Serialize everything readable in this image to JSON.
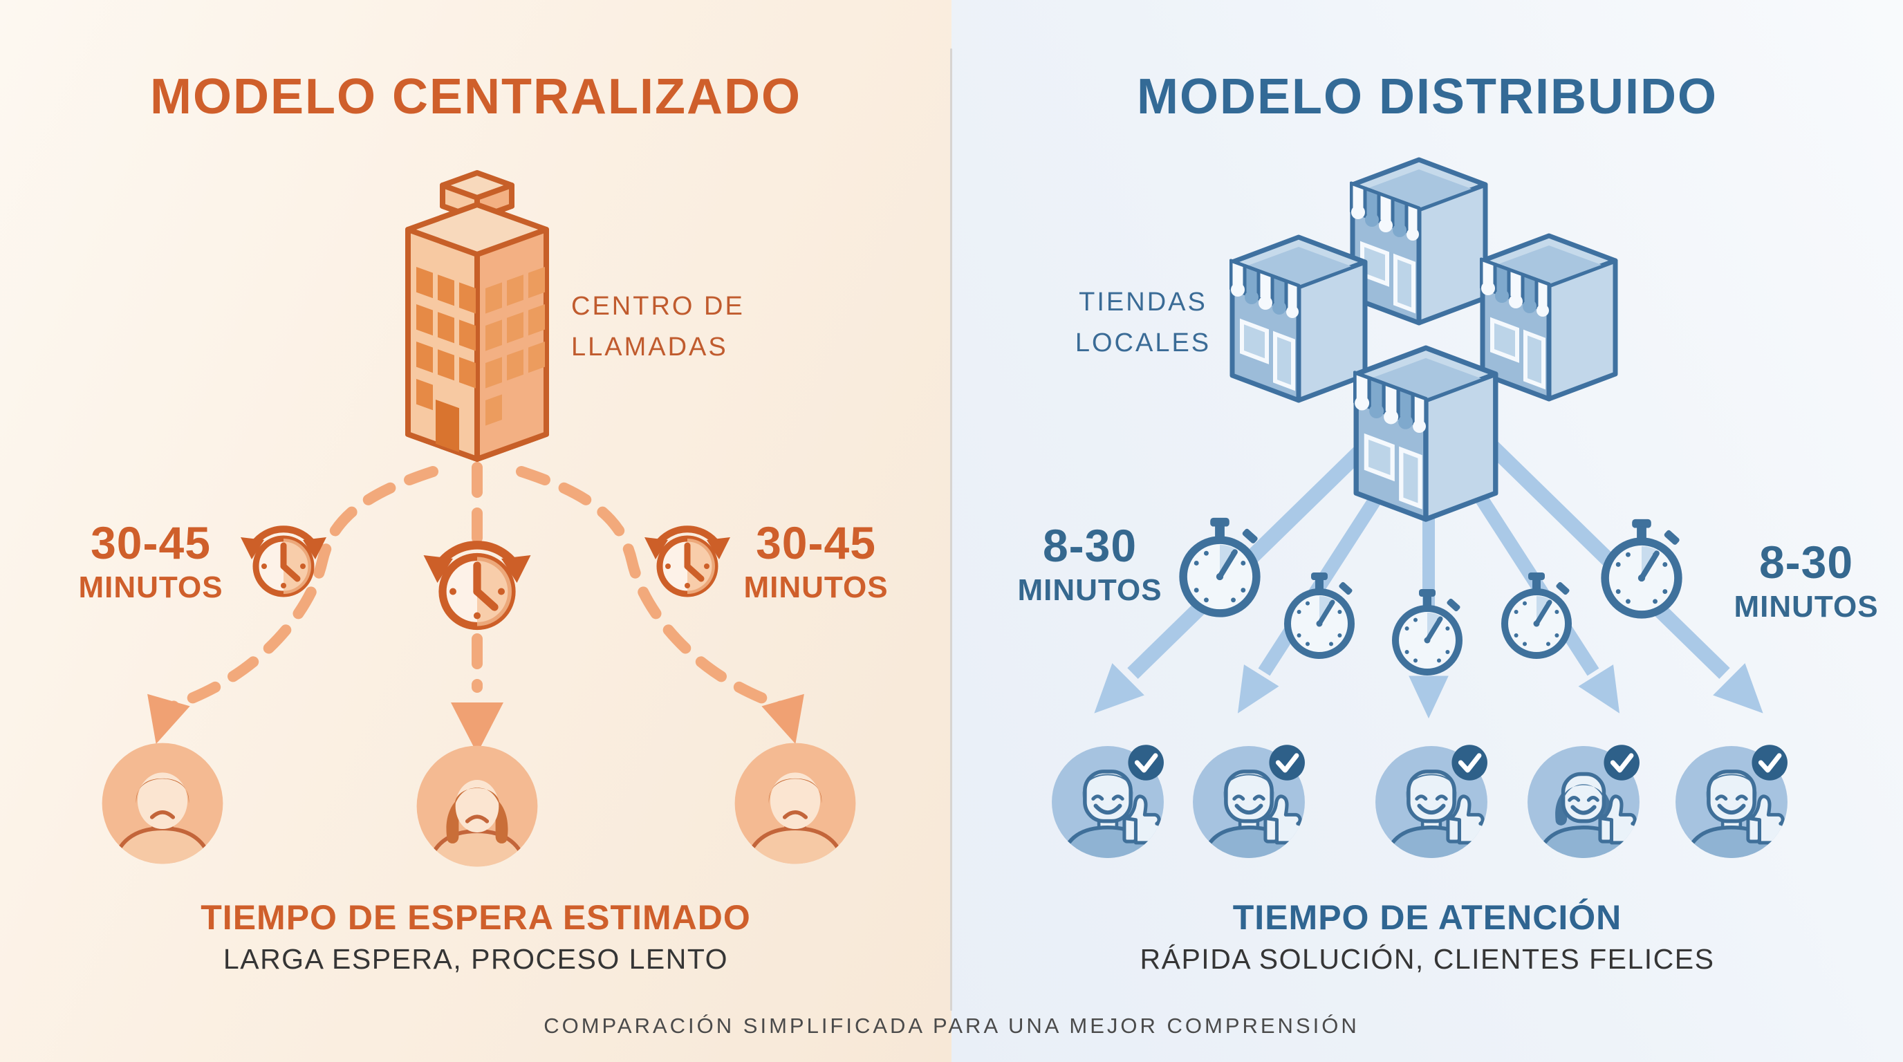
{
  "left_panel": {
    "title": "MODELO CENTRALIZADO",
    "building_label": "CENTRO DE LLAMADAS",
    "time_badge_left": {
      "value": "30-45",
      "unit": "MINUTOS"
    },
    "time_badge_right": {
      "value": "30-45",
      "unit": "MINUTOS"
    },
    "result_title": "TIEMPO DE ESPERA ESTIMADO",
    "result_subtitle": "LARGA ESPERA, PROCESO LENTO",
    "accent_color": "#cf5f2b",
    "flow_color": "#f2a97b"
  },
  "right_panel": {
    "title": "MODELO DISTRIBUIDO",
    "stores_label": "TIENDAS LOCALES",
    "time_badge_left": {
      "value": "8-30",
      "unit": "MINUTOS"
    },
    "time_badge_right": {
      "value": "8-30",
      "unit": "MINUTOS"
    },
    "result_title": "TIEMPO DE ATENCIÓN",
    "result_subtitle": "RÁPIDA SOLUCIÓN, CLIENTES FELICES",
    "accent_color": "#2f6591",
    "flow_color": "#aac9e7"
  },
  "footer": {
    "caption": "COMPARACIÓN SIMPLIFICADA PARA UNA MEJOR COMPRENSIÓN"
  },
  "icons": {
    "left": [
      "office-building-icon",
      "history-clock-icon",
      "sad-user-icon",
      "dashed-arrow-icon"
    ],
    "right": [
      "storefront-icon",
      "stopwatch-icon",
      "happy-user-icon",
      "checkmark-icon",
      "arrow-icon"
    ]
  }
}
